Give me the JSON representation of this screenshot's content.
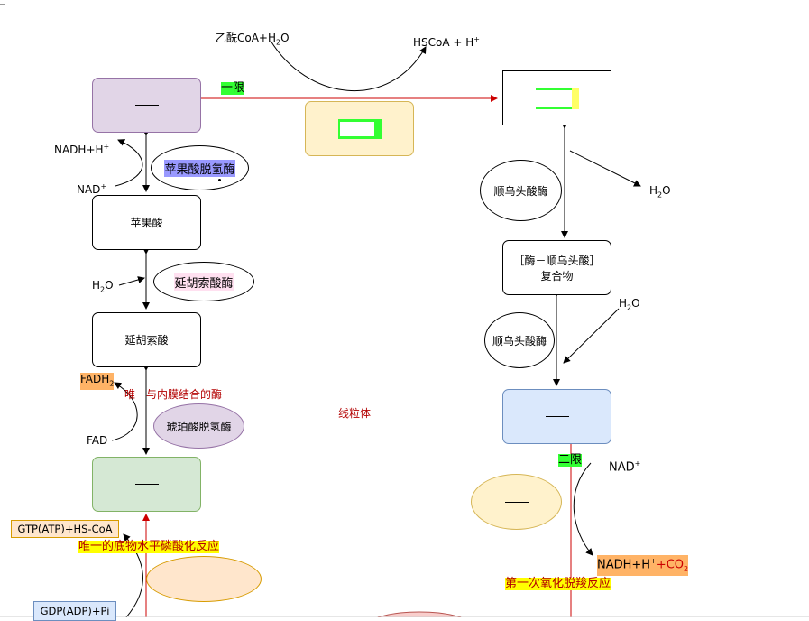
{
  "labels": {
    "acetyl_coa_h2o": "乙酰CoA+H",
    "acetyl_coa_h2o_sub": "2",
    "acetyl_coa_h2o_end": "O",
    "hscoa": "HSCoA + H",
    "hscoa_sup": "+",
    "rate_limit_1": "一限",
    "rate_limit_2": "二限",
    "nadh_h": "NADH+H",
    "nadh_h_sup": "+",
    "nad": "NAD",
    "nad_sup": "+",
    "h2o_left": "H",
    "h2o_left_sub": "2",
    "h2o_left_end": "O",
    "fadh2": "FADH",
    "fadh2_sub": "2",
    "fad": "FAD",
    "h2o_right_1": "H",
    "h2o_right_1_sub": "2",
    "h2o_right_1_end": "O",
    "h2o_right_2": "H",
    "h2o_right_2_sub": "2",
    "h2o_right_2_end": "O",
    "nad_right": "NAD",
    "nad_right_sup": "+",
    "nadh_co2_a": "NADH+H",
    "nadh_co2_sup": "+",
    "nadh_co2_b": "+",
    "nadh_co2_c": "CO",
    "nadh_co2_sub": "2",
    "mitochondria": "线粒体",
    "only_membrane_enzyme": "唯一与内膜结合的酶",
    "only_substrate_phos": "唯一的底物水平磷酸化反应",
    "first_oxidative_decarb": "第一次氧化脱羧反应"
  },
  "nodes": {
    "malate": "苹果酸",
    "fumarate": "延胡索酸",
    "enzyme_aconitate_complex": "［酶－顺乌头酸］复合物",
    "gtp": "GTP(ATP)+HS-CoA",
    "gdp": "GDP(ADP)+Pi"
  },
  "enzymes": {
    "malate_dh": "苹果酸脱氢酶",
    "fumarase": "延胡索酸酶",
    "succinate_dh": "琥珀酸脱氢酶",
    "aconitase_1": "顺乌头酸酶",
    "aconitase_2": "顺乌头酸酶"
  },
  "colors": {
    "purple_fill": "#e1d5e7",
    "purple_border": "#9673a6",
    "yellow_fill": "#fff2cc",
    "yellow_border": "#d6b656",
    "green_fill": "#d5e8d4",
    "green_border": "#82b366",
    "blue_fill": "#dae8fc",
    "blue_border": "#6c8ebf",
    "orange_fill": "#ffe6cc",
    "orange_border": "#d79b00",
    "red_arrow": "#cc0000",
    "dark_red_text": "#b30000"
  }
}
